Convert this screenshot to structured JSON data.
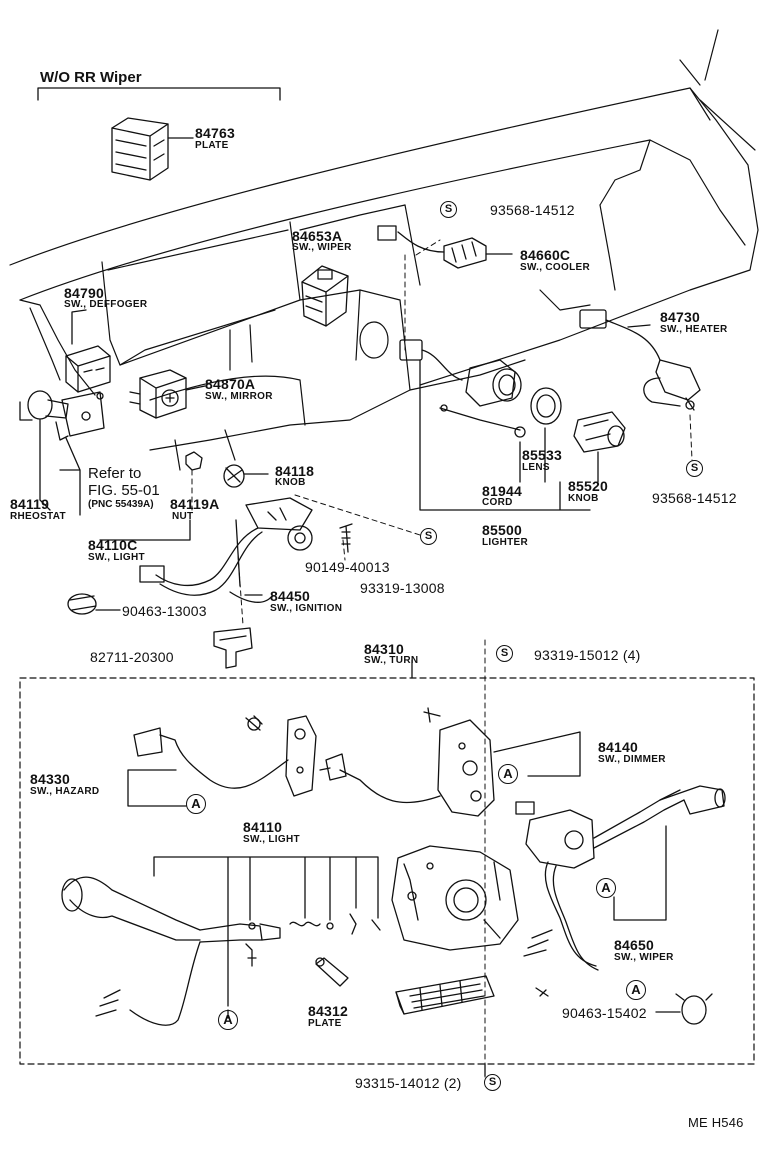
{
  "header": {
    "variant": "W/O RR Wiper"
  },
  "parts": [
    {
      "id": "p84763",
      "number": "84763",
      "name": "PLATE"
    },
    {
      "id": "p84653A",
      "number": "84653A",
      "name": "SW., WIPER"
    },
    {
      "id": "p84660C",
      "number": "84660C",
      "name": "SW., COOLER"
    },
    {
      "id": "p84790",
      "number": "84790",
      "name": "SW., DEFFOGER"
    },
    {
      "id": "p84730",
      "number": "84730",
      "name": "SW., HEATER"
    },
    {
      "id": "p84870A",
      "number": "84870A",
      "name": "SW., MIRROR"
    },
    {
      "id": "p84118",
      "number": "84118",
      "name": "KNOB"
    },
    {
      "id": "p84119",
      "number": "84119",
      "name": "RHEOSTAT"
    },
    {
      "id": "p84119A",
      "number": "84119A",
      "name": "NUT"
    },
    {
      "id": "p81944",
      "number": "81944",
      "name": "CORD"
    },
    {
      "id": "p85533",
      "number": "85533",
      "name": "LENS"
    },
    {
      "id": "p85520",
      "number": "85520",
      "name": "KNOB"
    },
    {
      "id": "p85500",
      "number": "85500",
      "name": "LIGHTER"
    },
    {
      "id": "p84110C",
      "number": "84110C",
      "name": "SW., LIGHT"
    },
    {
      "id": "p84450",
      "number": "84450",
      "name": "SW., IGNITION"
    },
    {
      "id": "p84310",
      "number": "84310",
      "name": "SW., TURN"
    },
    {
      "id": "p84140",
      "number": "84140",
      "name": "SW., DIMMER"
    },
    {
      "id": "p84330",
      "number": "84330",
      "name": "SW., HAZARD"
    },
    {
      "id": "p84110",
      "number": "84110",
      "name": "SW., LIGHT"
    },
    {
      "id": "p84650",
      "number": "84650",
      "name": "SW., WIPER"
    },
    {
      "id": "p84312",
      "number": "84312",
      "name": "PLATE"
    }
  ],
  "fasteners": {
    "f93568_top": "93568-14512",
    "f93568_right": "93568-14512",
    "f90149": "90149-40013",
    "f93319_13008": "93319-13008",
    "f90463_13003": "90463-13003",
    "f82711": "82711-20300",
    "f93319_15012": "93319-15012 (4)",
    "f90463_15402": "90463-15402",
    "f93315": "93315-14012 (2)"
  },
  "reference": {
    "line1": "Refer to",
    "line2": "FIG. 55-01",
    "line3": "(PNC 55439A)"
  },
  "markers": {
    "s": "S",
    "a": "A"
  },
  "footer": {
    "code": "ME  H546"
  }
}
